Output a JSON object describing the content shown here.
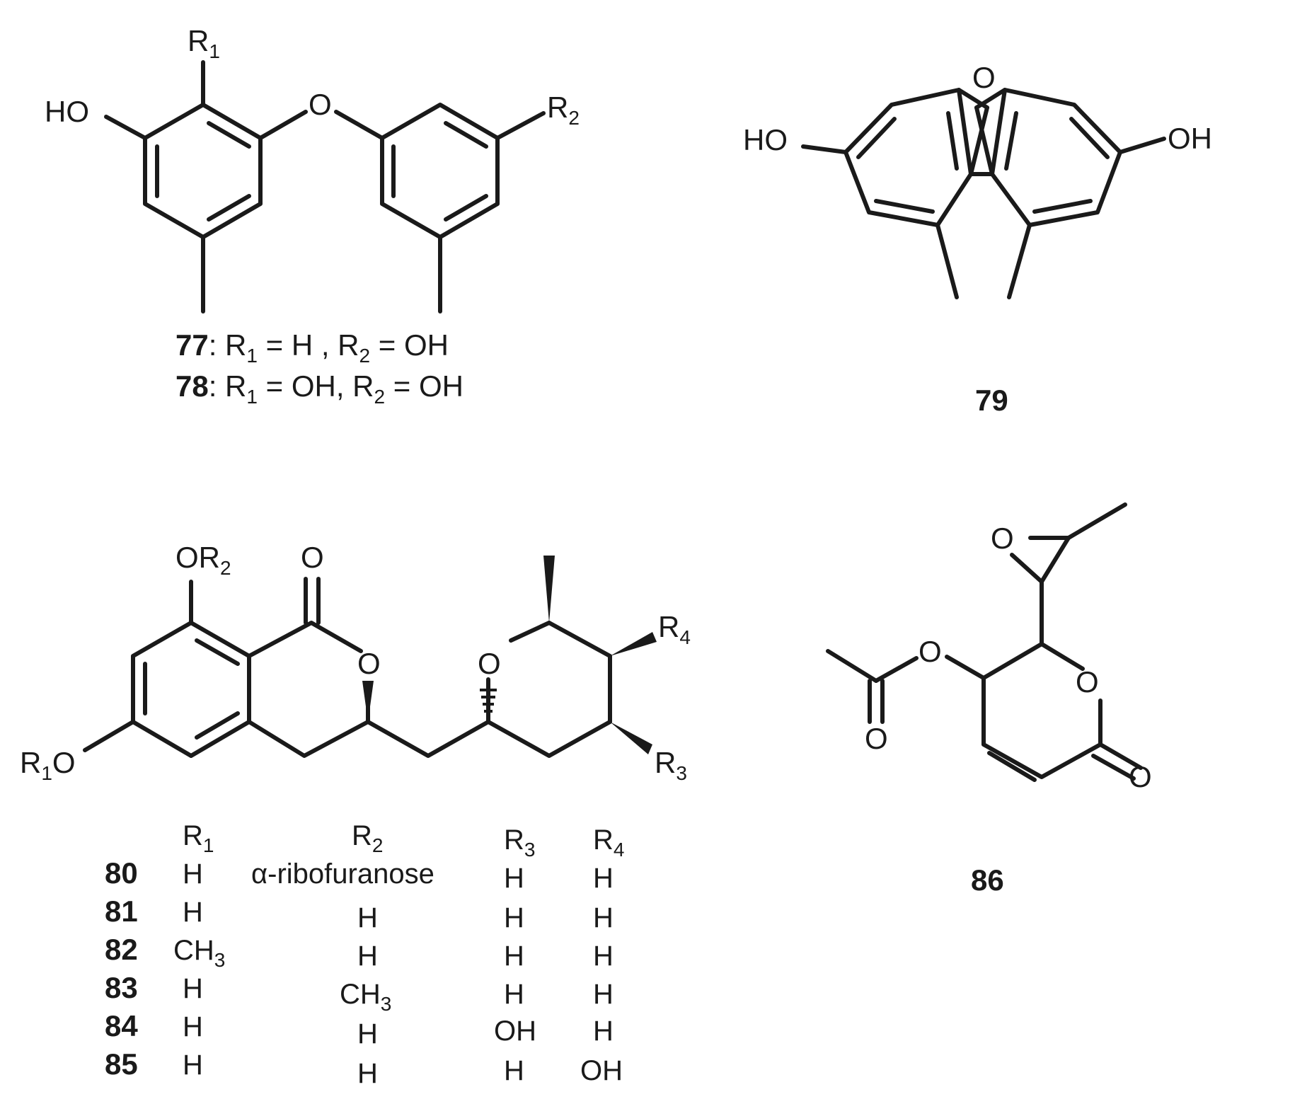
{
  "compounds": {
    "c77_78": {
      "substituents": {
        "r1": "R",
        "r1_sub": "1",
        "r2": "R",
        "r2_sub": "2",
        "ho": "HO",
        "o": "O"
      },
      "caption_77": {
        "num": "77",
        "text": ": R",
        "s1": "1",
        "eq1": " = H , R",
        "s2": "2",
        "eq2": " = OH"
      },
      "caption_78": {
        "num": "78",
        "text": ": R",
        "s1": "1",
        "eq1": " = OH,  R",
        "s2": "2",
        "eq2": " = OH"
      }
    },
    "c79": {
      "label": "79",
      "o": "O",
      "ho_left": "HO",
      "oh_right": "OH"
    },
    "c80_85": {
      "atoms": {
        "or2": "OR",
        "or2_sub": "2",
        "o_carbonyl": "O",
        "o_ring1": "O",
        "o_ring2": "O",
        "r1o": "R",
        "r1o_sub": "1",
        "r1o_o": "O",
        "r4": "R",
        "r4_sub": "4",
        "r3": "R",
        "r3_sub": "3"
      },
      "table": {
        "headers": [
          {
            "main": "R",
            "sub": "1"
          },
          {
            "main": "R",
            "sub": "2"
          },
          {
            "main": "R",
            "sub": "3"
          },
          {
            "main": "R",
            "sub": "4"
          }
        ],
        "rows": [
          {
            "id": "80",
            "r1": "H",
            "r1_sub": "",
            "r2": "α-ribofuranose",
            "r2_sub": "",
            "r3": "H",
            "r4": "H"
          },
          {
            "id": "81",
            "r1": "H",
            "r1_sub": "",
            "r2": "H",
            "r2_sub": "",
            "r3": "H",
            "r4": "H"
          },
          {
            "id": "82",
            "r1": "CH",
            "r1_sub": "3",
            "r2": "H",
            "r2_sub": "",
            "r3": "H",
            "r4": "H"
          },
          {
            "id": "83",
            "r1": "H",
            "r1_sub": "",
            "r2": "CH",
            "r2_sub": "3",
            "r3": "H",
            "r4": "H"
          },
          {
            "id": "84",
            "r1": "H",
            "r1_sub": "",
            "r2": "H",
            "r2_sub": "",
            "r3": "OH",
            "r4": "H"
          },
          {
            "id": "85",
            "r1": "H",
            "r1_sub": "",
            "r2": "H",
            "r2_sub": "",
            "r3": "H",
            "r4": "OH"
          }
        ]
      }
    },
    "c86": {
      "label": "86",
      "o_epox": "O",
      "o_ester": "O",
      "o_acyl": "O",
      "o_ring": "O",
      "o_carbonyl": "O"
    }
  }
}
